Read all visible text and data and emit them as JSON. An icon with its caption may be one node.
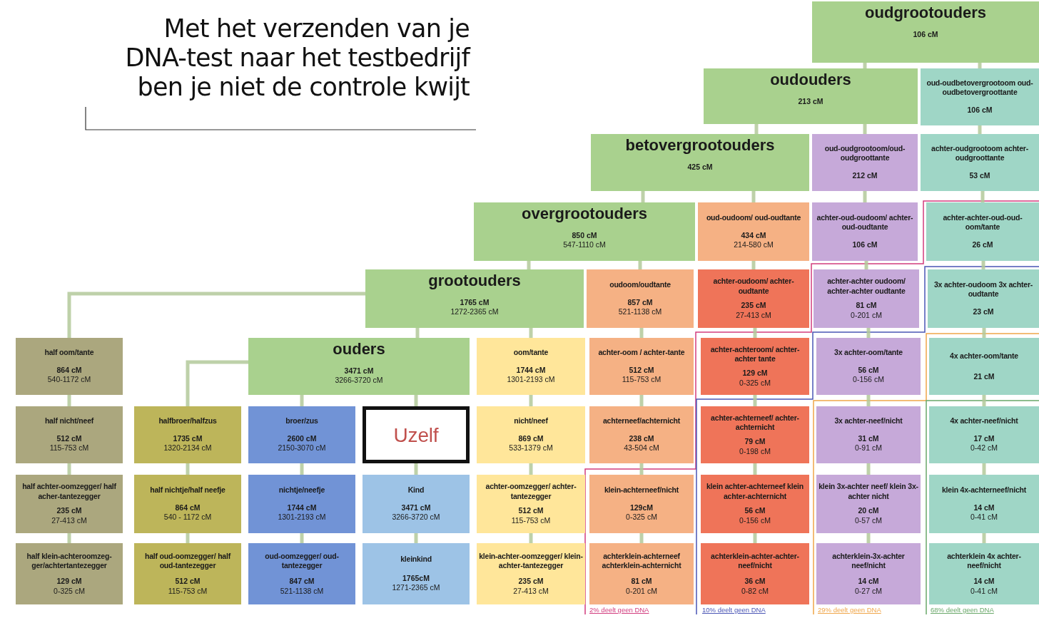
{
  "diagram": {
    "title": "Met het verzenden van je DNA-test naar het testbedrijf ben je niet de controle kwijt",
    "nodes": [
      {
        "text": [
          "oudgrootouders",
          "106 cM"
        ]
      },
      {
        "text": [
          "oudouders",
          "213 cM"
        ]
      },
      {
        "text": [
          "oud-oudbetovergrootoom oud-oudbetovergroottante",
          "106 cM"
        ]
      },
      {
        "text": [
          "betovergrootouders",
          "425 cM"
        ]
      },
      {
        "text": [
          "oud-oudgrootoom/oud-oudgroottante",
          "212 cM"
        ]
      },
      {
        "text": [
          "achter-oudgrootoom achter-oudgroottante",
          "53 cM"
        ]
      },
      {
        "text": [
          "overgrootouders",
          "850 cM",
          "547-1110 cM"
        ]
      },
      {
        "text": [
          "oud-oudoom/ oud-oudtante",
          "434 cM",
          "214-580 cM"
        ]
      },
      {
        "text": [
          "achter-oud-oudoom/ achter-oud-oudtante",
          "106 cM"
        ]
      },
      {
        "text": [
          "achter-achter-oud-oud-oom/tante",
          "26 cM"
        ]
      },
      {
        "text": [
          "grootouders",
          "1765 cM",
          "1272-2365 cM"
        ]
      },
      {
        "text": [
          "oudoom/oudtante",
          "857 cM",
          "521-1138 cM"
        ]
      },
      {
        "text": [
          "achter-oudoom/ achter-oudtante",
          "235 cM",
          "27-413 cM"
        ]
      },
      {
        "text": [
          "achter-achter oudoom/ achter-achter oudtante",
          "81 cM",
          "0-201 cM"
        ]
      },
      {
        "text": [
          "3x achter-oudoom 3x achter-oudtante",
          "23 cM"
        ]
      },
      {
        "text": [
          "half oom/tante",
          "864 cM",
          "540-1172 cM"
        ]
      },
      {
        "text": [
          "ouders",
          "3471 cM",
          "3266-3720 cM"
        ]
      },
      {
        "text": [
          "oom/tante",
          "1744 cM",
          "1301-2193 cM"
        ]
      },
      {
        "text": [
          "achter-oom / achter-tante",
          "512 cM",
          "115-753 cM"
        ]
      },
      {
        "text": [
          "achter-achteroom/ achter-achter tante",
          "129 cM",
          "0-325 cM"
        ]
      },
      {
        "text": [
          "3x achter-oom/tante",
          "56 cM",
          "0-156 cM"
        ]
      },
      {
        "text": [
          "4x achter-oom/tante",
          "21 cM"
        ]
      },
      {
        "text": [
          "half nicht/neef",
          "512 cM",
          "115-753 cM"
        ]
      },
      {
        "text": [
          "halfbroer/halfzus",
          "1735 cM",
          "1320-2134 cM"
        ]
      },
      {
        "text": [
          "broer/zus",
          "2600 cM",
          "2150-3070 cM"
        ]
      },
      {
        "text": [
          "Uzelf"
        ]
      },
      {
        "text": [
          "nicht/neef",
          "869 cM",
          "533-1379 cM"
        ]
      },
      {
        "text": [
          "achterneef/achternicht",
          "238 cM",
          "43-504 cM"
        ]
      },
      {
        "text": [
          "achter-achterneef/ achter-achternicht",
          "79 cM",
          "0-198 cM"
        ]
      },
      {
        "text": [
          "3x achter-neef/nicht",
          "31 cM",
          "0-91 cM"
        ]
      },
      {
        "text": [
          "4x achter-neef/nicht",
          "17 cM",
          "0-42 cM"
        ]
      },
      {
        "text": [
          "half achter-oomzegger/ half acher-tantezegger",
          "235 cM",
          "27-413 cM"
        ]
      },
      {
        "text": [
          "half nichtje/half neefje",
          "864 cM",
          "540 - 1172 cM"
        ]
      },
      {
        "text": [
          "nichtje/neefje",
          "1744 cM",
          "1301-2193 cM"
        ]
      },
      {
        "text": [
          "Kind",
          "3471 cM",
          "3266-3720 cM"
        ]
      },
      {
        "text": [
          "achter-oomzegger/ achter-tantezegger",
          "512 cM",
          "115-753 cM"
        ]
      },
      {
        "text": [
          "klein-achterneef/nicht",
          "129cM",
          "0-325 cM"
        ]
      },
      {
        "text": [
          "klein achter-achterneef klein achter-achternicht",
          "56 cM",
          "0-156 cM"
        ]
      },
      {
        "text": [
          "klein 3x-achter neef/ klein 3x-achter nicht",
          "20 cM",
          "0-57 cM"
        ]
      },
      {
        "text": [
          "klein 4x-achterneef/nicht",
          "14 cM",
          "0-41 cM"
        ]
      },
      {
        "text": [
          "half klein-achteroomzeg-ger/achtertantezegger",
          "129 cM",
          "0-325 cM"
        ]
      },
      {
        "text": [
          "half oud-oomzegger/ half oud-tantezegger",
          "512 cM",
          "115-753 cM"
        ]
      },
      {
        "text": [
          "oud-oomzegger/ oud-tantezegger",
          "847 cM",
          "521-1138 cM"
        ]
      },
      {
        "text": [
          "kleinkind",
          "1765cM",
          "1271-2365 cM"
        ]
      },
      {
        "text": [
          "klein-achter-oomzegger/ klein-achter-tantezegger",
          "235 cM",
          "27-413 cM"
        ]
      },
      {
        "text": [
          "achterklein-achterneef achterklein-achternicht",
          "81 cM",
          "0-201 cM"
        ]
      },
      {
        "text": [
          "achterklein-achter-achter-neef/nicht",
          "36 cM",
          "0-82 cM"
        ]
      },
      {
        "text": [
          "achterklein-3x-achter neef/nicht",
          "14 cM",
          "0-27 cM"
        ]
      },
      {
        "text": [
          "achterklein 4x achter-neef/nicht",
          "14 cM",
          "0-41 cM"
        ]
      }
    ],
    "edges": [
      {
        "from": 0,
        "to": 1,
        "arrow": "none"
      },
      {
        "from": 0,
        "to": 2,
        "arrow": "none"
      },
      {
        "from": 1,
        "to": 3,
        "arrow": "none"
      },
      {
        "from": 1,
        "to": 4,
        "arrow": "none"
      },
      {
        "from": 2,
        "to": 5,
        "arrow": "none"
      },
      {
        "from": 3,
        "to": 6,
        "arrow": "none"
      },
      {
        "from": 3,
        "to": 7,
        "arrow": "none"
      },
      {
        "from": 4,
        "to": 8,
        "arrow": "none"
      },
      {
        "from": 5,
        "to": 9,
        "arrow": "none"
      },
      {
        "from": 6,
        "to": 10,
        "arrow": "none"
      },
      {
        "from": 6,
        "to": 11,
        "arrow": "none"
      },
      {
        "from": 7,
        "to": 12,
        "arrow": "none"
      },
      {
        "from": 8,
        "to": 13,
        "arrow": "none"
      },
      {
        "from": 9,
        "to": 14,
        "arrow": "none"
      },
      {
        "from": 10,
        "to": 15,
        "arrow": "none"
      },
      {
        "from": 10,
        "to": 16,
        "arrow": "none"
      },
      {
        "from": 10,
        "to": 17,
        "arrow": "none"
      },
      {
        "from": 11,
        "to": 18,
        "arrow": "none"
      },
      {
        "from": 12,
        "to": 19,
        "arrow": "none"
      },
      {
        "from": 13,
        "to": 20,
        "arrow": "none"
      },
      {
        "from": 14,
        "to": 21,
        "arrow": "none"
      },
      {
        "from": 15,
        "to": 22,
        "arrow": "none"
      },
      {
        "from": 16,
        "to": 23,
        "arrow": "none"
      },
      {
        "from": 16,
        "to": 24,
        "arrow": "none"
      },
      {
        "from": 16,
        "to": 25,
        "arrow": "none"
      },
      {
        "from": 17,
        "to": 26,
        "arrow": "none"
      },
      {
        "from": 18,
        "to": 27,
        "arrow": "none"
      },
      {
        "from": 19,
        "to": 28,
        "arrow": "none"
      },
      {
        "from": 20,
        "to": 29,
        "arrow": "none"
      },
      {
        "from": 21,
        "to": 30,
        "arrow": "none"
      },
      {
        "from": 22,
        "to": 31,
        "arrow": "none"
      },
      {
        "from": 23,
        "to": 32,
        "arrow": "none"
      },
      {
        "from": 24,
        "to": 33,
        "arrow": "none"
      },
      {
        "from": 25,
        "to": 34,
        "arrow": "none"
      },
      {
        "from": 26,
        "to": 35,
        "arrow": "none"
      },
      {
        "from": 27,
        "to": 36,
        "arrow": "none"
      },
      {
        "from": 28,
        "to": 37,
        "arrow": "none"
      },
      {
        "from": 29,
        "to": 38,
        "arrow": "none"
      },
      {
        "from": 30,
        "to": 39,
        "arrow": "none"
      },
      {
        "from": 31,
        "to": 40,
        "arrow": "none"
      },
      {
        "from": 32,
        "to": 41,
        "arrow": "none"
      },
      {
        "from": 33,
        "to": 42,
        "arrow": "none"
      },
      {
        "from": 34,
        "to": 43,
        "arrow": "none"
      },
      {
        "from": 35,
        "to": 44,
        "arrow": "none"
      },
      {
        "from": 36,
        "to": 45,
        "arrow": "none"
      },
      {
        "from": 37,
        "to": 46,
        "arrow": "none"
      },
      {
        "from": 38,
        "to": 47,
        "arrow": "none"
      },
      {
        "from": 39,
        "to": 48,
        "arrow": "none"
      }
    ],
    "labels": [
      "2% deelt geen DNA",
      "10% deelt geen DNA",
      "29% deelt geen DNA",
      "68% deelt geen DNA"
    ]
  }
}
